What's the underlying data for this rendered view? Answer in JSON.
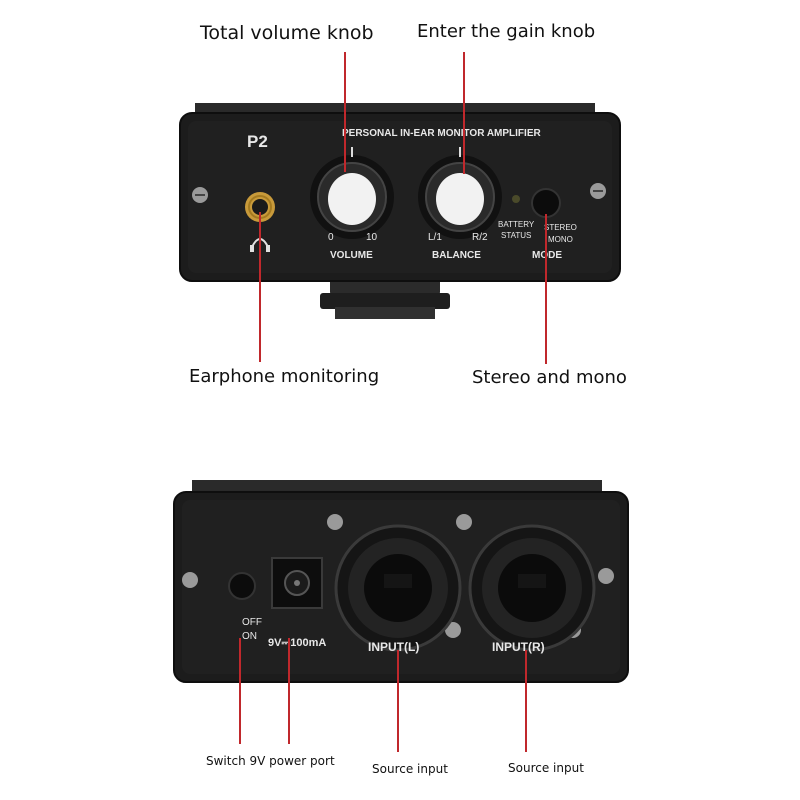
{
  "front_panel": {
    "model": "P2",
    "title": "PERSONAL IN-EAR MONITOR AMPLIFIER",
    "volume": {
      "label": "VOLUME",
      "min": "0",
      "max": "10"
    },
    "balance": {
      "label": "BALANCE",
      "left": "L/1",
      "right": "R/2"
    },
    "battery_status": {
      "line1": "BATTERY",
      "line2": "STATUS"
    },
    "mode": {
      "label": "MODE",
      "option1": "STEREO",
      "option2": "MONO"
    }
  },
  "back_panel": {
    "switch": {
      "off": "OFF",
      "on": "ON"
    },
    "power_rating": "9V⎓100mA",
    "input_left": "INPUT(L)",
    "input_right": "INPUT(R)"
  },
  "callouts": {
    "total_volume_knob": "Total volume knob",
    "gain_knob": "Enter the gain knob",
    "earphone_monitoring": "Earphone monitoring",
    "stereo_mono": "Stereo and mono",
    "switch_power": "Switch 9V power port",
    "source_input_left": "Source input",
    "source_input_right": "Source input"
  },
  "colors": {
    "leader_line": "#c0282c",
    "device_body": "#1f1f1f"
  }
}
